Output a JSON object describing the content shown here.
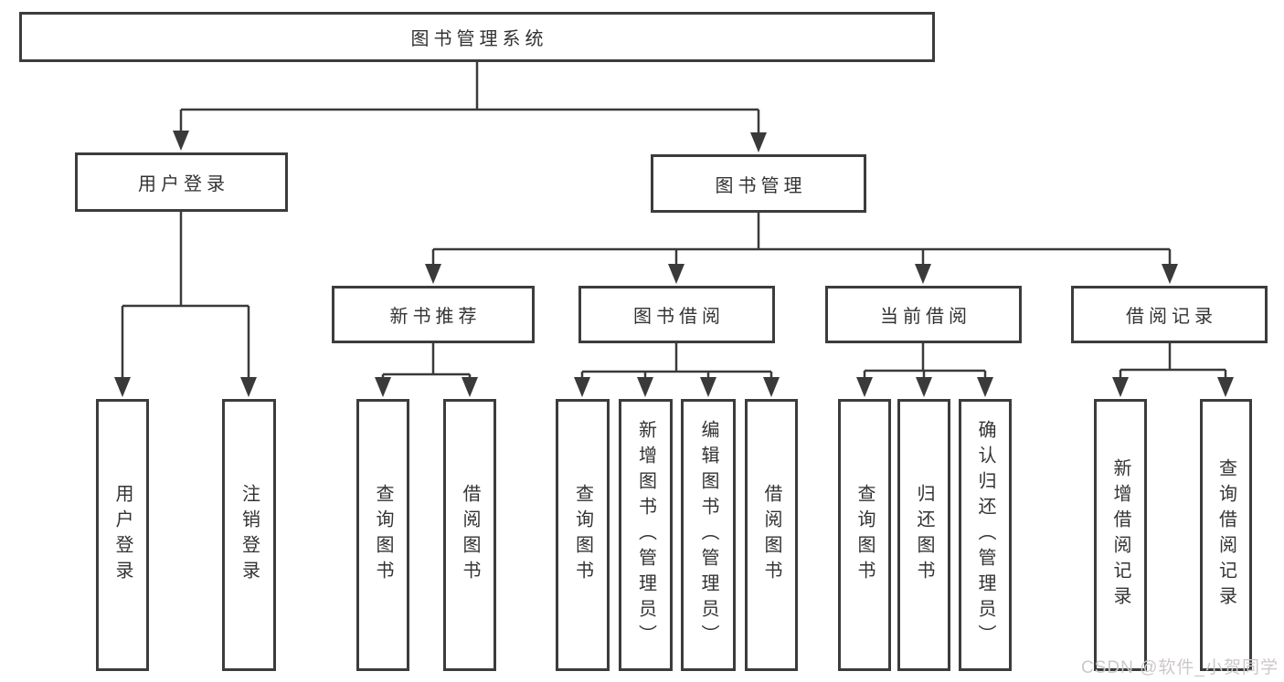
{
  "nodes": {
    "root": "图书管理系统",
    "user_login": "用户登录",
    "book_mgmt": "图书管理",
    "new_book_rec": "新书推荐",
    "book_borrow": "图书借阅",
    "current_borrow": "当前借阅",
    "borrow_records": "借阅记录",
    "leaf_user_login": "用户登录",
    "leaf_logout": "注销登录",
    "leaf_query_book_rec": "查询图书",
    "leaf_borrow_book_rec": "借阅图书",
    "leaf_query_book_borrow": "查询图书",
    "leaf_add_book_admin": "新增图书（管理员）",
    "leaf_edit_book_admin": "编辑图书（管理员）",
    "leaf_borrow_book": "借阅图书",
    "leaf_query_book_current": "查询图书",
    "leaf_return_book": "归还图书",
    "leaf_confirm_return_admin": "确认归还（管理员）",
    "leaf_add_borrow_record": "新增借阅记录",
    "leaf_query_borrow_record": "查询借阅记录"
  },
  "watermark": "CSDN @软件_小贺同学",
  "colors": {
    "line": "#3a3a3a",
    "box_border": "#3c3c3c",
    "box_fill": "#ffffff",
    "text": "#333333",
    "watermark": "#cdc8c8",
    "background": "#ffffff"
  }
}
